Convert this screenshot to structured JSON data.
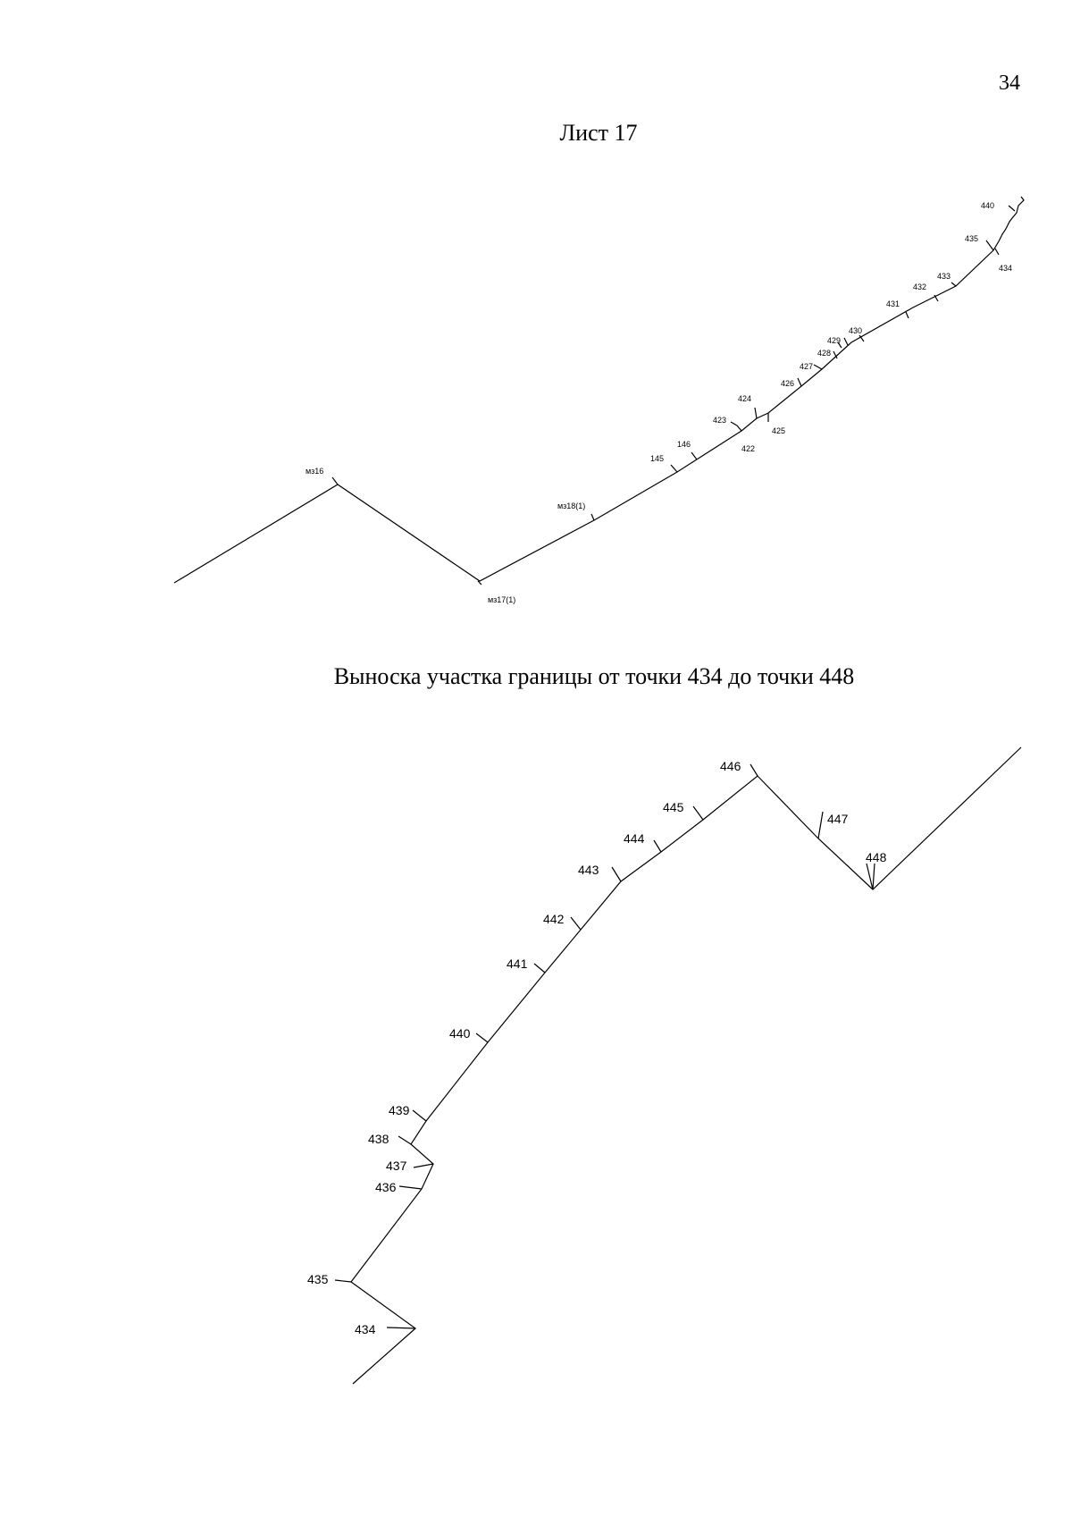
{
  "page": {
    "number": "34",
    "sheet_title": "Лист 17",
    "callout_title": "Выноска участка границы от точки 434 до точки 448"
  },
  "overview": {
    "labels": {
      "m316": "мз16",
      "m317": "мз17(1)",
      "m318": "мз18(1)",
      "p145": "145",
      "p146": "146",
      "p422": "422",
      "p423": "423",
      "p424": "424",
      "p425": "425",
      "p426": "426",
      "p427": "427",
      "p428": "428",
      "p429": "429",
      "p430": "430",
      "p431": "431",
      "p432": "432",
      "p433": "433",
      "p434": "434",
      "p435": "435",
      "p440": "440"
    }
  },
  "detail": {
    "labels": {
      "p434": "434",
      "p435": "435",
      "p436": "436",
      "p437": "437",
      "p438": "438",
      "p439": "439",
      "p440": "440",
      "p441": "441",
      "p442": "442",
      "p443": "443",
      "p444": "444",
      "p445": "445",
      "p446": "446",
      "p447": "447",
      "p448": "448"
    }
  },
  "colors": {
    "ink": "#000000",
    "paper": "#ffffff"
  }
}
